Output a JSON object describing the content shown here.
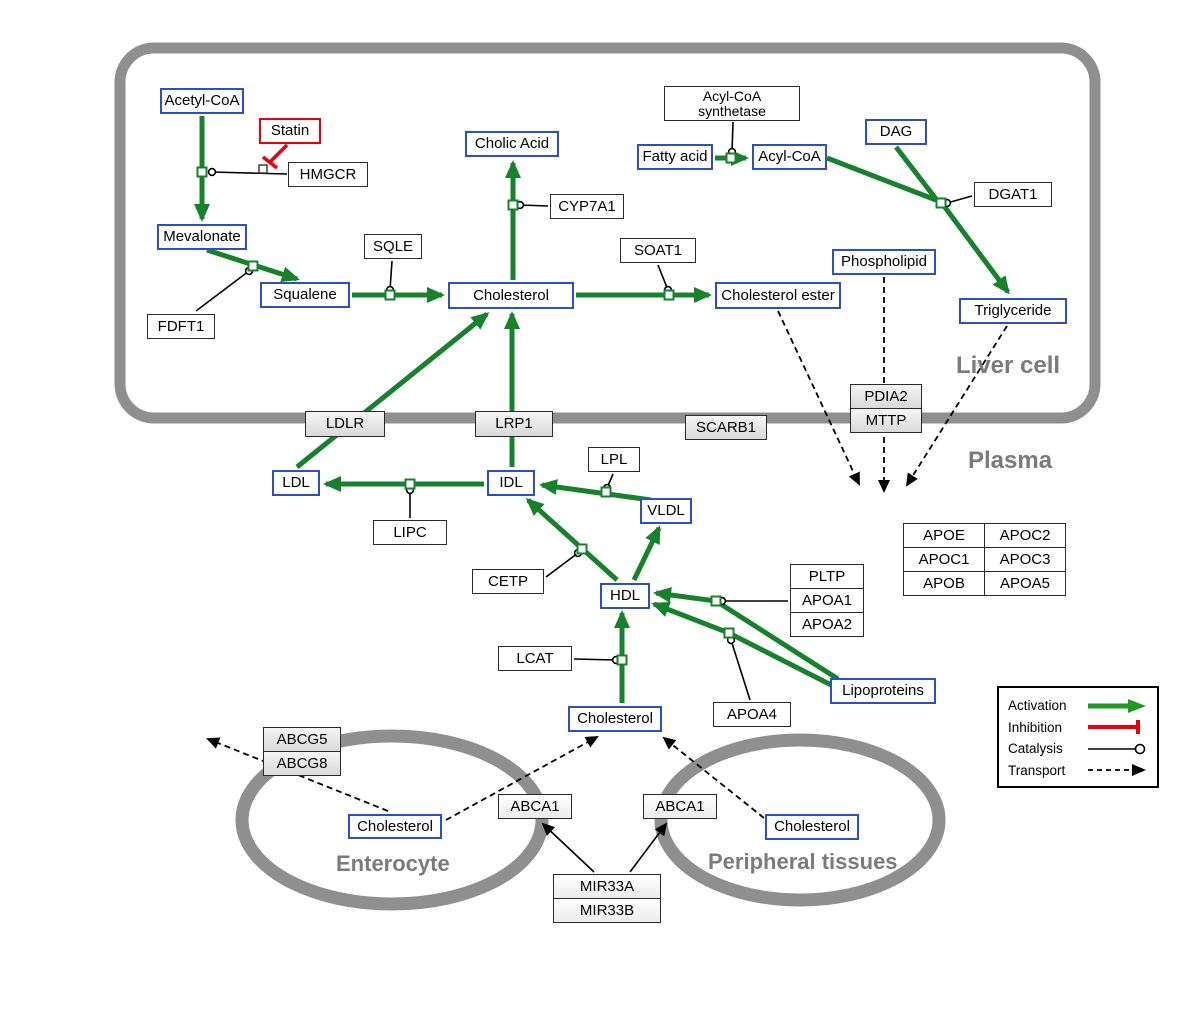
{
  "regions": {
    "liver_cell": "Liver cell",
    "plasma": "Plasma",
    "enterocyte": "Enterocyte",
    "peripheral_tissues": "Peripheral tissues"
  },
  "nodes": {
    "acetyl_coa": "Acetyl-CoA",
    "statin": "Statin",
    "hmgcr": "HMGCR",
    "mevalonate": "Mevalonate",
    "fdft1": "FDFT1",
    "squalene": "Squalene",
    "sqle": "SQLE",
    "cholic_acid": "Cholic Acid",
    "cyp7a1": "CYP7A1",
    "cholesterol_liver": "Cholesterol",
    "soat1": "SOAT1",
    "cholesterol_ester": "Cholesterol ester",
    "acs_line1": "Acyl-CoA",
    "acs_line2": "synthetase",
    "fatty_acid": "Fatty acid",
    "acyl_coa": "Acyl-CoA",
    "dag": "DAG",
    "dgat1": "DGAT1",
    "phospholipid": "Phospholipid",
    "triglyceride": "Triglyceride",
    "ldlr": "LDLR",
    "lrp1": "LRP1",
    "scarb1": "SCARB1",
    "pdia2": "PDIA2",
    "mttp": "MTTP",
    "ldl": "LDL",
    "idl": "IDL",
    "lipc": "LIPC",
    "lpl": "LPL",
    "vldl": "VLDL",
    "cetp": "CETP",
    "hdl": "HDL",
    "pltp": "PLTP",
    "apoa1": "APOA1",
    "apoa2": "APOA2",
    "lcat": "LCAT",
    "apoa4": "APOA4",
    "lipoproteins": "Lipoproteins",
    "apo_table": {
      "apoe": "APOE",
      "apoc2": "APOC2",
      "apoc1": "APOC1",
      "apoc3": "APOC3",
      "apob": "APOB",
      "apoa5": "APOA5"
    },
    "cholesterol_plasma": "Cholesterol",
    "abcg5": "ABCG5",
    "abcg8": "ABCG8",
    "cholesterol_enterocyte": "Cholesterol",
    "abca1": "ABCA1",
    "cholesterol_peripheral": "Cholesterol",
    "mir33a": "MIR33A",
    "mir33b": "MIR33B"
  },
  "legend": {
    "activation": "Activation",
    "inhibition": "Inhibition",
    "catalysis": "Catalysis",
    "transport": "Transport"
  },
  "colors": {
    "metabolite_border": "#2b4fc8",
    "activation_green": "#17812c",
    "inhibition_red": "#e8000b",
    "membrane_gray": "#8f8f8f"
  }
}
